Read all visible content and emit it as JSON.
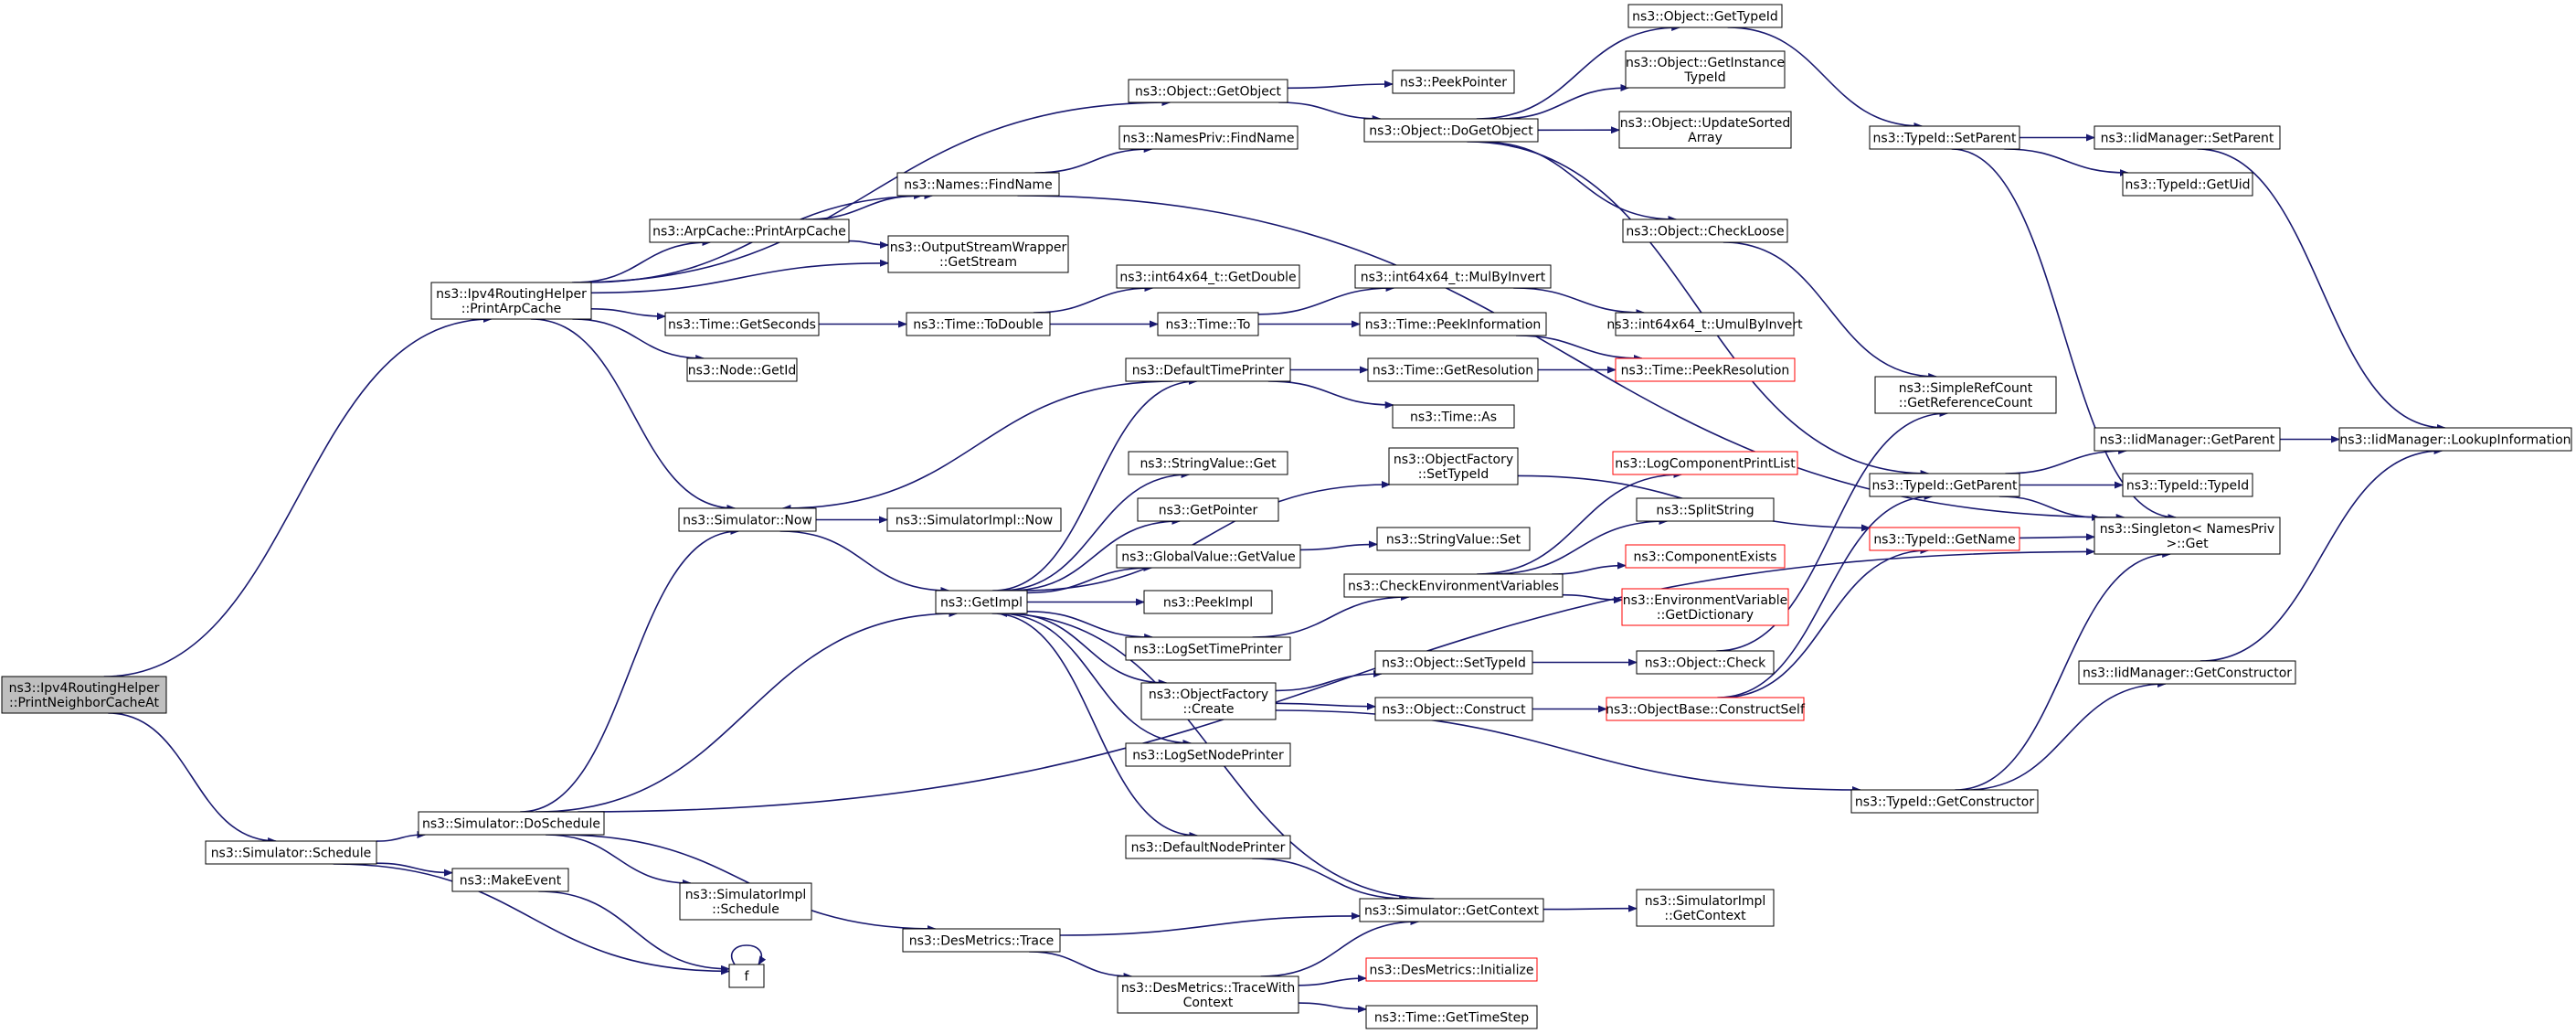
{
  "graph_title": "",
  "colors": {
    "edge": "#191970",
    "node_border": "#000000",
    "truncated_border": "#ff0000",
    "root_fill": "#bfbfbf",
    "node_fill": "#ffffff",
    "text": "#000000"
  },
  "nodes": [
    {
      "id": "root",
      "lines": [
        "ns3::Ipv4RoutingHelper",
        "::PrintNeighborCacheAt"
      ],
      "style": "root"
    },
    {
      "id": "printArpCache",
      "lines": [
        "ns3::Ipv4RoutingHelper",
        "::PrintArpCache"
      ]
    },
    {
      "id": "schedule",
      "lines": [
        "ns3::Simulator::Schedule"
      ]
    },
    {
      "id": "doSchedule",
      "lines": [
        "ns3::Simulator::DoSchedule"
      ]
    },
    {
      "id": "makeEvent",
      "lines": [
        "ns3::MakeEvent"
      ]
    },
    {
      "id": "f",
      "lines": [
        "f"
      ]
    },
    {
      "id": "simImplSchedule",
      "lines": [
        "ns3::SimulatorImpl",
        "::Schedule"
      ]
    },
    {
      "id": "desTrace",
      "lines": [
        "ns3::DesMetrics::Trace"
      ]
    },
    {
      "id": "desTraceWith",
      "lines": [
        "ns3::DesMetrics::TraceWith",
        "Context"
      ]
    },
    {
      "id": "getContext",
      "lines": [
        "ns3::Simulator::GetContext"
      ]
    },
    {
      "id": "simImplGetContext",
      "lines": [
        "ns3::SimulatorImpl",
        "::GetContext"
      ]
    },
    {
      "id": "desInit",
      "lines": [
        "ns3::DesMetrics::Initialize"
      ],
      "style": "truncated"
    },
    {
      "id": "getTimeStep",
      "lines": [
        "ns3::Time::GetTimeStep"
      ]
    },
    {
      "id": "defaultNodePrinter",
      "lines": [
        "ns3::DefaultNodePrinter"
      ]
    },
    {
      "id": "simNow",
      "lines": [
        "ns3::Simulator::Now"
      ]
    },
    {
      "id": "simImplNow",
      "lines": [
        "ns3::SimulatorImpl::Now"
      ]
    },
    {
      "id": "getImpl",
      "lines": [
        "ns3::GetImpl"
      ]
    },
    {
      "id": "defaultTimePrinter",
      "lines": [
        "ns3::DefaultTimePrinter"
      ]
    },
    {
      "id": "stringValueGet",
      "lines": [
        "ns3::StringValue::Get"
      ]
    },
    {
      "id": "getPointer",
      "lines": [
        "ns3::GetPointer"
      ]
    },
    {
      "id": "globalValueGetValue",
      "lines": [
        "ns3::GlobalValue::GetValue"
      ]
    },
    {
      "id": "peekImpl",
      "lines": [
        "ns3::PeekImpl"
      ]
    },
    {
      "id": "logSetTimePrinter",
      "lines": [
        "ns3::LogSetTimePrinter"
      ]
    },
    {
      "id": "objFactoryCreate",
      "lines": [
        "ns3::ObjectFactory",
        "::Create"
      ]
    },
    {
      "id": "logSetNodePrinter",
      "lines": [
        "ns3::LogSetNodePrinter"
      ]
    },
    {
      "id": "objFactorySetTypeId",
      "lines": [
        "ns3::ObjectFactory",
        "::SetTypeId"
      ]
    },
    {
      "id": "stringValueSet",
      "lines": [
        "ns3::StringValue::Set"
      ]
    },
    {
      "id": "checkEnvVars",
      "lines": [
        "ns3::CheckEnvironmentVariables"
      ]
    },
    {
      "id": "objSetTypeId",
      "lines": [
        "ns3::Object::SetTypeId"
      ]
    },
    {
      "id": "objConstruct",
      "lines": [
        "ns3::Object::Construct"
      ]
    },
    {
      "id": "objCheck",
      "lines": [
        "ns3::Object::Check"
      ]
    },
    {
      "id": "objBaseConstructSelf",
      "lines": [
        "ns3::ObjectBase::ConstructSelf"
      ],
      "style": "truncated"
    },
    {
      "id": "logComponentPrintList",
      "lines": [
        "ns3::LogComponentPrintList"
      ],
      "style": "truncated"
    },
    {
      "id": "splitString",
      "lines": [
        "ns3::SplitString"
      ]
    },
    {
      "id": "componentExists",
      "lines": [
        "ns3::ComponentExists"
      ],
      "style": "truncated"
    },
    {
      "id": "envVarGetDict",
      "lines": [
        "ns3::EnvironmentVariable",
        "::GetDictionary"
      ],
      "style": "truncated"
    },
    {
      "id": "timeGetResolution",
      "lines": [
        "ns3::Time::GetResolution"
      ]
    },
    {
      "id": "timeAs",
      "lines": [
        "ns3::Time::As"
      ]
    },
    {
      "id": "timePeekResolution",
      "lines": [
        "ns3::Time::PeekResolution"
      ],
      "style": "truncated"
    },
    {
      "id": "arpPrintArpCache",
      "lines": [
        "ns3::ArpCache::PrintArpCache"
      ]
    },
    {
      "id": "namesFindName",
      "lines": [
        "ns3::Names::FindName"
      ]
    },
    {
      "id": "namesPrivFindName",
      "lines": [
        "ns3::NamesPriv::FindName"
      ]
    },
    {
      "id": "outputStreamGetStream",
      "lines": [
        "ns3::OutputStreamWrapper",
        "::GetStream"
      ]
    },
    {
      "id": "timeGetSeconds",
      "lines": [
        "ns3::Time::GetSeconds"
      ]
    },
    {
      "id": "timeToDouble",
      "lines": [
        "ns3::Time::ToDouble"
      ]
    },
    {
      "id": "int64GetDouble",
      "lines": [
        "ns3::int64x64_t::GetDouble"
      ]
    },
    {
      "id": "timeTo",
      "lines": [
        "ns3::Time::To"
      ]
    },
    {
      "id": "int64MulByInvert",
      "lines": [
        "ns3::int64x64_t::MulByInvert"
      ]
    },
    {
      "id": "timePeekInformation",
      "lines": [
        "ns3::Time::PeekInformation"
      ]
    },
    {
      "id": "int64UmulByInvert",
      "lines": [
        "ns3::int64x64_t::UmulByInvert"
      ]
    },
    {
      "id": "nodeGetId",
      "lines": [
        "ns3::Node::GetId"
      ]
    },
    {
      "id": "objGetObject",
      "lines": [
        "ns3::Object::GetObject"
      ]
    },
    {
      "id": "peekPointer",
      "lines": [
        "ns3::PeekPointer"
      ]
    },
    {
      "id": "objDoGetObject",
      "lines": [
        "ns3::Object::DoGetObject"
      ]
    },
    {
      "id": "objGetTypeId",
      "lines": [
        "ns3::Object::GetTypeId"
      ]
    },
    {
      "id": "objGetInstanceTypeId",
      "lines": [
        "ns3::Object::GetInstance",
        "TypeId"
      ]
    },
    {
      "id": "objUpdateSortedArray",
      "lines": [
        "ns3::Object::UpdateSorted",
        "Array"
      ]
    },
    {
      "id": "objCheckLoose",
      "lines": [
        "ns3::Object::CheckLoose"
      ]
    },
    {
      "id": "simpleRefCount",
      "lines": [
        "ns3::SimpleRefCount",
        "::GetReferenceCount"
      ]
    },
    {
      "id": "typeIdSetParent",
      "lines": [
        "ns3::TypeId::SetParent"
      ]
    },
    {
      "id": "iidMgrSetParent",
      "lines": [
        "ns3::IidManager::SetParent"
      ]
    },
    {
      "id": "typeIdGetUid",
      "lines": [
        "ns3::TypeId::GetUid"
      ]
    },
    {
      "id": "typeIdGetParent",
      "lines": [
        "ns3::TypeId::GetParent"
      ]
    },
    {
      "id": "typeIdGetName",
      "lines": [
        "ns3::TypeId::GetName"
      ],
      "style": "truncated"
    },
    {
      "id": "iidMgrGetParent",
      "lines": [
        "ns3::IidManager::GetParent"
      ]
    },
    {
      "id": "typeIdTypeId",
      "lines": [
        "ns3::TypeId::TypeId"
      ]
    },
    {
      "id": "singletonGet",
      "lines": [
        "ns3::Singleton< NamesPriv",
        ">::Get"
      ]
    },
    {
      "id": "iidMgrLookupInfo",
      "lines": [
        "ns3::IidManager::LookupInformation"
      ]
    },
    {
      "id": "iidMgrGetConstructor",
      "lines": [
        "ns3::IidManager::GetConstructor"
      ]
    },
    {
      "id": "typeIdGetConstructor",
      "lines": [
        "ns3::TypeId::GetConstructor"
      ]
    }
  ],
  "edges": [
    [
      "root",
      "printArpCache"
    ],
    [
      "root",
      "schedule"
    ],
    [
      "schedule",
      "doSchedule"
    ],
    [
      "schedule",
      "makeEvent"
    ],
    [
      "schedule",
      "f"
    ],
    [
      "makeEvent",
      "f"
    ],
    [
      "f",
      "f"
    ],
    [
      "doSchedule",
      "simNow"
    ],
    [
      "doSchedule",
      "getImpl"
    ],
    [
      "doSchedule",
      "simImplSchedule"
    ],
    [
      "doSchedule",
      "desTrace"
    ],
    [
      "doSchedule",
      "singletonGet"
    ],
    [
      "desTrace",
      "getContext"
    ],
    [
      "desTrace",
      "desTraceWith"
    ],
    [
      "desTraceWith",
      "getContext"
    ],
    [
      "desTraceWith",
      "desInit"
    ],
    [
      "desTraceWith",
      "getTimeStep"
    ],
    [
      "getContext",
      "getImpl"
    ],
    [
      "getContext",
      "simImplGetContext"
    ],
    [
      "defaultNodePrinter",
      "getContext"
    ],
    [
      "printArpCache",
      "objGetObject"
    ],
    [
      "printArpCache",
      "namesFindName"
    ],
    [
      "printArpCache",
      "arpPrintArpCache"
    ],
    [
      "printArpCache",
      "outputStreamGetStream"
    ],
    [
      "printArpCache",
      "timeGetSeconds"
    ],
    [
      "printArpCache",
      "nodeGetId"
    ],
    [
      "printArpCache",
      "simNow"
    ],
    [
      "arpPrintArpCache",
      "namesFindName"
    ],
    [
      "arpPrintArpCache",
      "outputStreamGetStream"
    ],
    [
      "namesFindName",
      "namesPrivFindName"
    ],
    [
      "namesFindName",
      "singletonGet"
    ],
    [
      "timeGetSeconds",
      "timeToDouble"
    ],
    [
      "timeToDouble",
      "int64GetDouble"
    ],
    [
      "timeToDouble",
      "timeTo"
    ],
    [
      "timeTo",
      "int64MulByInvert"
    ],
    [
      "timeTo",
      "timePeekInformation"
    ],
    [
      "int64MulByInvert",
      "int64UmulByInvert"
    ],
    [
      "timePeekInformation",
      "timePeekResolution"
    ],
    [
      "simNow",
      "simImplNow"
    ],
    [
      "simNow",
      "getImpl"
    ],
    [
      "getImpl",
      "defaultTimePrinter"
    ],
    [
      "getImpl",
      "objFactorySetTypeId"
    ],
    [
      "getImpl",
      "stringValueGet"
    ],
    [
      "getImpl",
      "getPointer"
    ],
    [
      "getImpl",
      "globalValueGetValue"
    ],
    [
      "getImpl",
      "peekImpl"
    ],
    [
      "getImpl",
      "logSetTimePrinter"
    ],
    [
      "getImpl",
      "objFactoryCreate"
    ],
    [
      "getImpl",
      "logSetNodePrinter"
    ],
    [
      "getImpl",
      "defaultNodePrinter"
    ],
    [
      "defaultTimePrinter",
      "simNow"
    ],
    [
      "defaultTimePrinter",
      "timeGetResolution"
    ],
    [
      "defaultTimePrinter",
      "timeAs"
    ],
    [
      "timeGetResolution",
      "timePeekResolution"
    ],
    [
      "objFactorySetTypeId",
      "typeIdGetName"
    ],
    [
      "globalValueGetValue",
      "stringValueSet"
    ],
    [
      "logSetTimePrinter",
      "checkEnvVars"
    ],
    [
      "checkEnvVars",
      "logComponentPrintList"
    ],
    [
      "checkEnvVars",
      "splitString"
    ],
    [
      "checkEnvVars",
      "componentExists"
    ],
    [
      "checkEnvVars",
      "envVarGetDict"
    ],
    [
      "objFactoryCreate",
      "objSetTypeId"
    ],
    [
      "objFactoryCreate",
      "objConstruct"
    ],
    [
      "objFactoryCreate",
      "typeIdGetConstructor"
    ],
    [
      "objSetTypeId",
      "objCheck"
    ],
    [
      "objConstruct",
      "objBaseConstructSelf"
    ],
    [
      "objCheck",
      "simpleRefCount"
    ],
    [
      "objBaseConstructSelf",
      "typeIdGetParent"
    ],
    [
      "objBaseConstructSelf",
      "typeIdGetName"
    ],
    [
      "objGetObject",
      "peekPointer"
    ],
    [
      "objGetObject",
      "objDoGetObject"
    ],
    [
      "objDoGetObject",
      "objGetTypeId"
    ],
    [
      "objDoGetObject",
      "objGetInstanceTypeId"
    ],
    [
      "objDoGetObject",
      "objUpdateSortedArray"
    ],
    [
      "objDoGetObject",
      "objCheckLoose"
    ],
    [
      "objDoGetObject",
      "typeIdGetParent"
    ],
    [
      "objCheckLoose",
      "simpleRefCount"
    ],
    [
      "objGetTypeId",
      "typeIdSetParent"
    ],
    [
      "typeIdSetParent",
      "iidMgrSetParent"
    ],
    [
      "typeIdSetParent",
      "typeIdGetUid"
    ],
    [
      "typeIdSetParent",
      "singletonGet"
    ],
    [
      "iidMgrSetParent",
      "iidMgrLookupInfo"
    ],
    [
      "typeIdGetParent",
      "iidMgrGetParent"
    ],
    [
      "typeIdGetParent",
      "typeIdTypeId"
    ],
    [
      "typeIdGetParent",
      "singletonGet"
    ],
    [
      "iidMgrGetParent",
      "iidMgrLookupInfo"
    ],
    [
      "typeIdGetName",
      "singletonGet"
    ],
    [
      "typeIdGetConstructor",
      "iidMgrGetConstructor"
    ],
    [
      "typeIdGetConstructor",
      "singletonGet"
    ],
    [
      "iidMgrGetConstructor",
      "iidMgrLookupInfo"
    ]
  ]
}
